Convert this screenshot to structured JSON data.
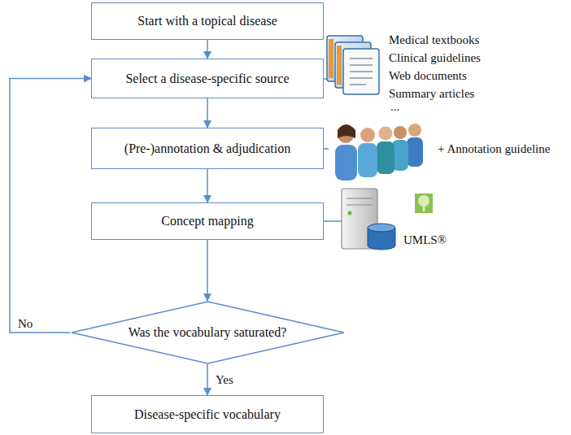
{
  "diagram": {
    "nodes": [
      {
        "text": [
          "Start with a topical disease"
        ]
      },
      {
        "text": [
          "Select a disease-specific source"
        ]
      },
      {
        "text": [
          "(Pre-)annotation & adjudication"
        ]
      },
      {
        "text": [
          "Concept mapping"
        ]
      },
      {
        "text": [
          "Was the vocabulary saturated?"
        ]
      },
      {
        "text": [
          "Disease-specific vocabulary"
        ]
      }
    ],
    "edges": [
      {
        "from": 0,
        "to": 1,
        "arrow": "to"
      },
      {
        "from": 1,
        "to": 2,
        "arrow": "to"
      },
      {
        "from": 2,
        "to": 3,
        "arrow": "to"
      },
      {
        "from": 3,
        "to": 4,
        "arrow": "to"
      },
      {
        "from": 4,
        "to": 5,
        "label": "Yes",
        "arrow": "to"
      },
      {
        "from": 4,
        "to": 1,
        "label": "No",
        "arrow": "to"
      }
    ],
    "labels": [
      "Medical textbooks",
      "Clinical guidelines",
      "Web documents",
      "Summary articles",
      "...",
      "+ Annotation guideline",
      "UMLS®"
    ]
  }
}
